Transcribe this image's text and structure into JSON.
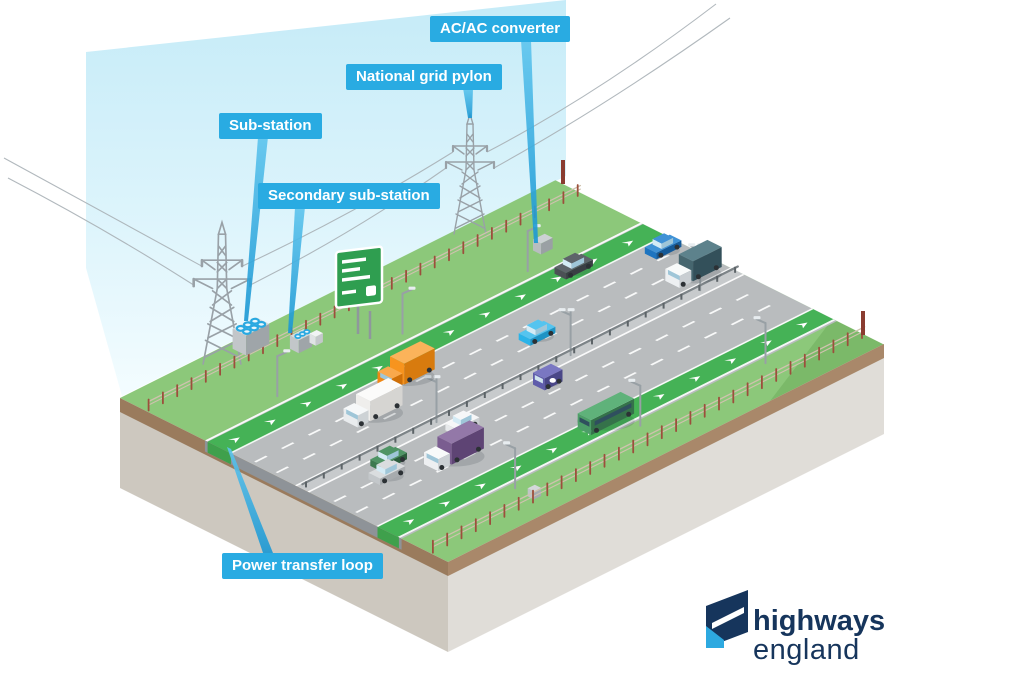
{
  "callouts": {
    "ac_converter": {
      "label": "AC/AC converter"
    },
    "national_grid_pylon": {
      "label": "National grid pylon"
    },
    "sub_station": {
      "label": "Sub-station"
    },
    "secondary_sub_station": {
      "label": "Secondary sub-station"
    },
    "power_transfer_loop": {
      "label": "Power transfer loop"
    }
  },
  "logo": {
    "line1": "highways",
    "line2": "england"
  },
  "colors": {
    "callout_bg": "#29abe2",
    "callout_text": "#ffffff",
    "leader_blue": "#3fb3e6",
    "logo_navy": "#16355c",
    "logo_cyan": "#2da9e0",
    "loop_lane_green": "#45b256",
    "grass_green": "#8cc87a",
    "road_grey": "#b9bcbe",
    "sky_blue": "#bfe9f7"
  }
}
